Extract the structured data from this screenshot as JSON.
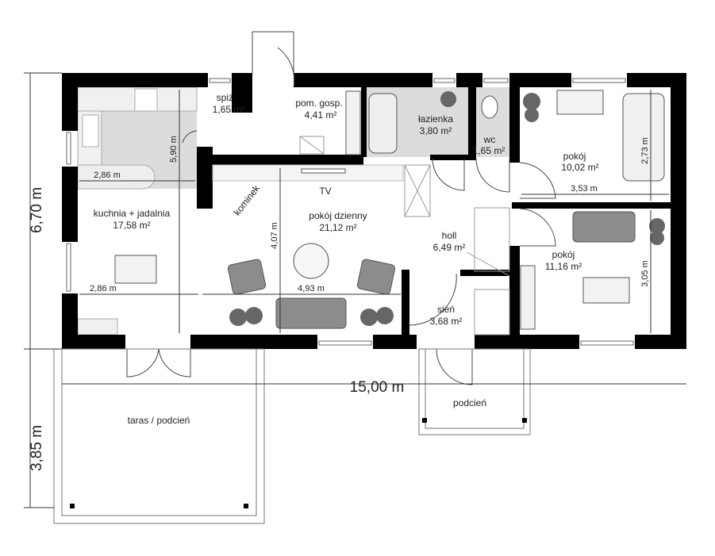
{
  "rooms": [
    {
      "name": "spiż.",
      "area": "1,65 m²"
    },
    {
      "name": "pom. gosp.",
      "area": "4,41 m²"
    },
    {
      "name": "łazienka",
      "area": "3,80 m²"
    },
    {
      "name": "wc",
      "area": "1,65 m²"
    },
    {
      "name": "pokój",
      "area": "10,02 m²"
    },
    {
      "name": "kuchnia + jadalnia",
      "area": "17,58 m²"
    },
    {
      "name": "pokój dzienny",
      "area": "21,12 m²"
    },
    {
      "name": "holl",
      "area": "6,49 m²"
    },
    {
      "name": "pokój",
      "area": "11,16 m²"
    },
    {
      "name": "sień",
      "area": "3,68 m²"
    },
    {
      "name": "taras / podcień",
      "area": ""
    },
    {
      "name": "podcień",
      "area": ""
    }
  ],
  "labels": {
    "tv": "TV",
    "kominek": "kominek"
  },
  "dimensions": {
    "kitchen_width_top": "2,86 m",
    "kitchen_width_bottom": "2,86 m",
    "kitchen_depth": "5,90 m",
    "living_depth": "4,07 m",
    "living_width": "4,93 m",
    "room1_width": "3,53 m",
    "room1_depth": "2,73 m",
    "room2_depth": "3,05 m",
    "overall_width": "15,00 m",
    "overall_depth": "6,70 m",
    "terrace_depth": "3,85 m"
  },
  "colors": {
    "wall": "#000000",
    "wet_floor": "#d9d9d9",
    "furniture": "#8c8c8c",
    "plant": "#555555"
  }
}
